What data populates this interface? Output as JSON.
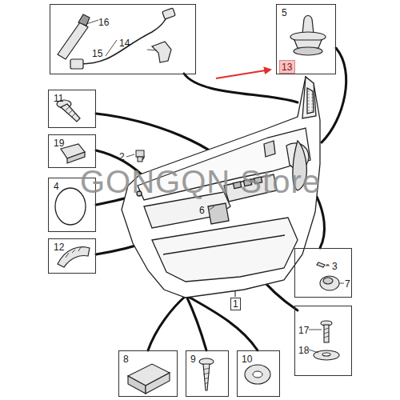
{
  "diagram": {
    "nodes": [
      {
        "text": [
          "16",
          "14",
          "15"
        ]
      },
      {
        "text": [
          "5"
        ]
      },
      {
        "text": [
          "13"
        ]
      },
      {
        "text": [
          "11"
        ]
      },
      {
        "text": [
          "19"
        ]
      },
      {
        "text": [
          "4"
        ]
      },
      {
        "text": [
          "12"
        ]
      },
      {
        "text": [
          "3",
          "7"
        ]
      },
      {
        "text": [
          "1"
        ]
      },
      {
        "text": [
          "17",
          "18"
        ]
      },
      {
        "text": [
          "8"
        ]
      },
      {
        "text": [
          "9"
        ]
      },
      {
        "text": [
          "10"
        ]
      }
    ],
    "labels": [
      "2",
      "6",
      "GONGQN Store"
    ]
  }
}
